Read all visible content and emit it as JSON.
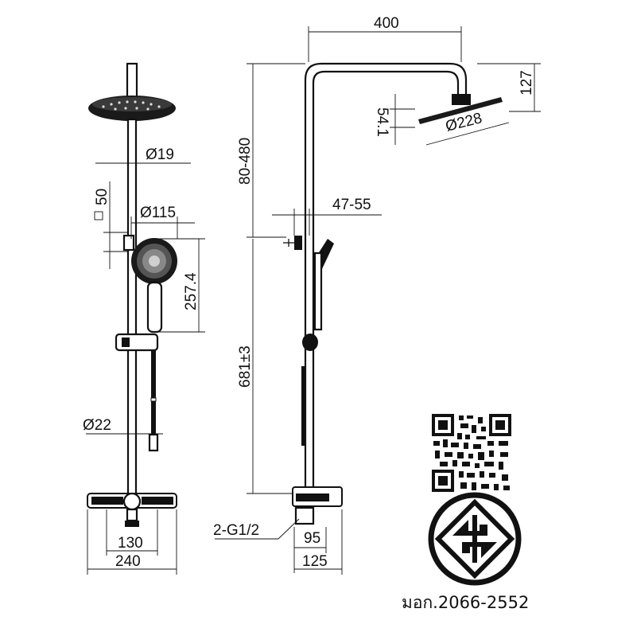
{
  "dimensions": {
    "arm_length": "400",
    "head_height": "127",
    "head_thickness": "54.1",
    "head_diameter": "Ø228",
    "pipe_diameter": "Ø19",
    "bracket_size": "50",
    "hand_shower_diameter": "Ø115",
    "hand_shower_length": "257.4",
    "upper_pipe_range": "80-480",
    "wall_offset": "47-55",
    "lower_pipe_length": "681±3",
    "bar_diameter": "Ø22",
    "inlet_thread": "2-G1/2",
    "valve_depth": "95",
    "valve_depth_total": "125",
    "center_distance": "130",
    "valve_width": "240"
  },
  "certification": {
    "standard_text": "มอก.2066-2552",
    "mark": "tis-certification-mark"
  },
  "qr_code": "qr-code-icon"
}
